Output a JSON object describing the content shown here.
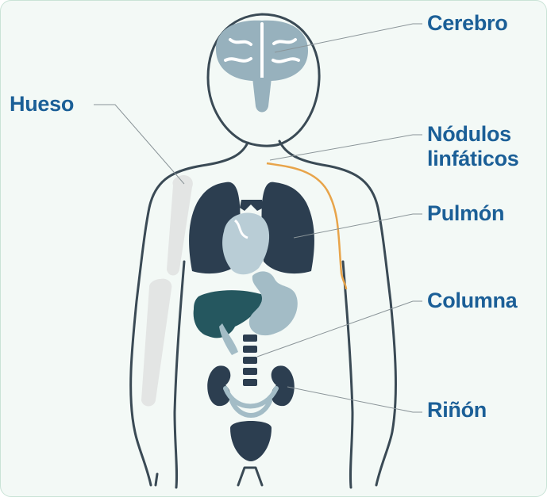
{
  "labels": {
    "cerebro": "Cerebro",
    "hueso": "Hueso",
    "nodulos_line1": "Nódulos",
    "nodulos_line2": "linfáticos",
    "pulmon": "Pulmón",
    "columna": "Columna",
    "rinon": "Riñón"
  },
  "colors": {
    "label_text": "#1b5f97",
    "background": "#f3f9f6",
    "outline": "#3a4a55",
    "lung": "#2c3e50",
    "heart": "#b9cdd6",
    "liver": "#25575f",
    "stomach": "#a3bcc6",
    "bone": "#e3e5e4",
    "lymph": "#e8a44a",
    "leader_line": "#8a9498"
  }
}
